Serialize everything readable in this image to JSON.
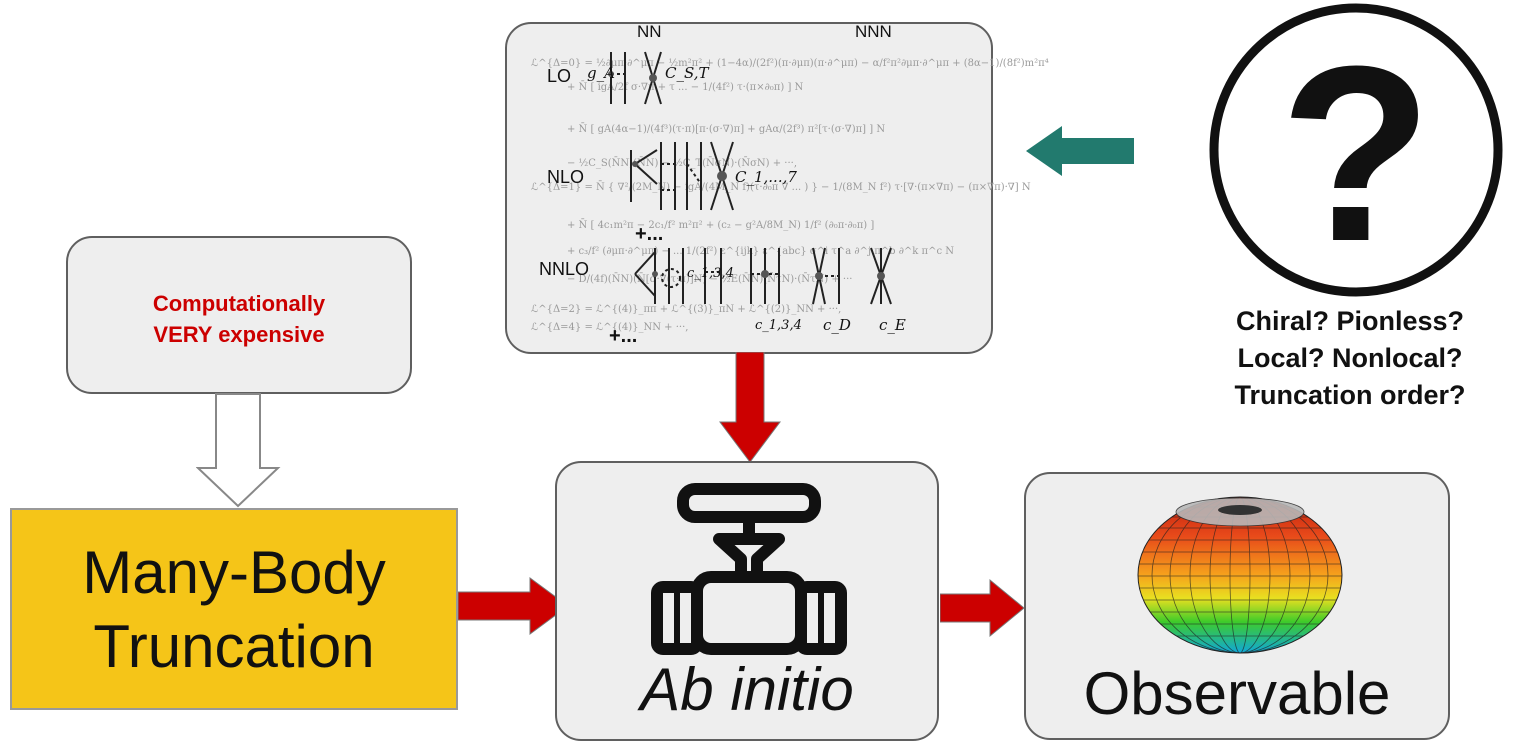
{
  "cost_box": {
    "line1": "Computationally",
    "line2": "VERY expensive"
  },
  "truncation": {
    "line1": "Many-Body",
    "line2": "Truncation"
  },
  "abinitio": {
    "label": "Ab initio"
  },
  "observable": {
    "label": "Observable"
  },
  "question": {
    "mark": "?",
    "lines": [
      "Chiral? Pionless?",
      "Local? Nonlocal?",
      "Truncation order?"
    ]
  },
  "lagrangian": {
    "headers": {
      "nn": "NN",
      "nnn": "NNN"
    },
    "orders": {
      "lo": "LO",
      "nlo": "NLO",
      "nnlo": "NNLO"
    },
    "coefficients": {
      "ga": "g_A",
      "cs_ct": "C_S,T",
      "c1_7": "C_1,...,7",
      "c134_a": "c_1,3,4",
      "c134_b": "c_1,3,4",
      "cd": "c_D",
      "ce": "c_E"
    },
    "formula_lines": [
      "ℒ^{Δ=0} = ½∂μπ·∂^μπ − ½m²π² + (1−4α)/(2f²)(π·∂μπ)(π·∂^μπ) − α/f²π²∂μπ·∂^μπ + (8α−1)/(8f²)m²π⁴",
      "+ N̄ [ igA/2f σ·∇π + τ ... − 1/(4f²) τ·(π×∂₀π) ] N",
      "+ N̄ [ gA(4α−1)/(4f³)(τ·π)[π·(σ·∇)π] + gAα/(2f³) π²[τ·(σ·∇)π] ] N",
      "− ½C_S(N̄N)(N̄N) − ½C_T(N̄σN)·(N̄σN) + ···,",
      "ℒ^{Δ=1} = N̄ { ∇²/(2M_N) − igA/(4M_N f)(τ·∂₀π ∇ ... ) } − 1/(8M_N f²) τ·[∇·(π×∇π) − (π×∇π)·∇] N",
      "+ N̄ [ 4c₁m²π − 2c₁/f² m²π² + (c₂ − g²A/8M_N) 1/f² (∂₀π·∂₀π) ]",
      "+ c₃/f² (∂μπ·∂^μπ) − ... 1/(2f²) ε^{ijk} ε^{abc} σ^i τ^a ∂^j π^b ∂^k π^c N",
      "− D/(4f)(N̄N)(N̄[σ·∇(τ·π)]N) − ½E(N̄N)(N̄τN)·(N̄τN) + ···",
      "ℒ^{Δ=2} = ℒ^{(4)}_ππ + ℒ^{(3)}_πN + ℒ^{(2)}_NN + ···,",
      "ℒ^{Δ=4} = ℒ^{(4)}_NN + ···,"
    ]
  },
  "colors": {
    "box_fill": "#eeeeee",
    "box_border": "#5f5f5f",
    "truncation_fill": "#f5c518",
    "red_arrow": "#cc0000",
    "teal_arrow": "#227a6e",
    "cost_text": "#cc0000"
  }
}
